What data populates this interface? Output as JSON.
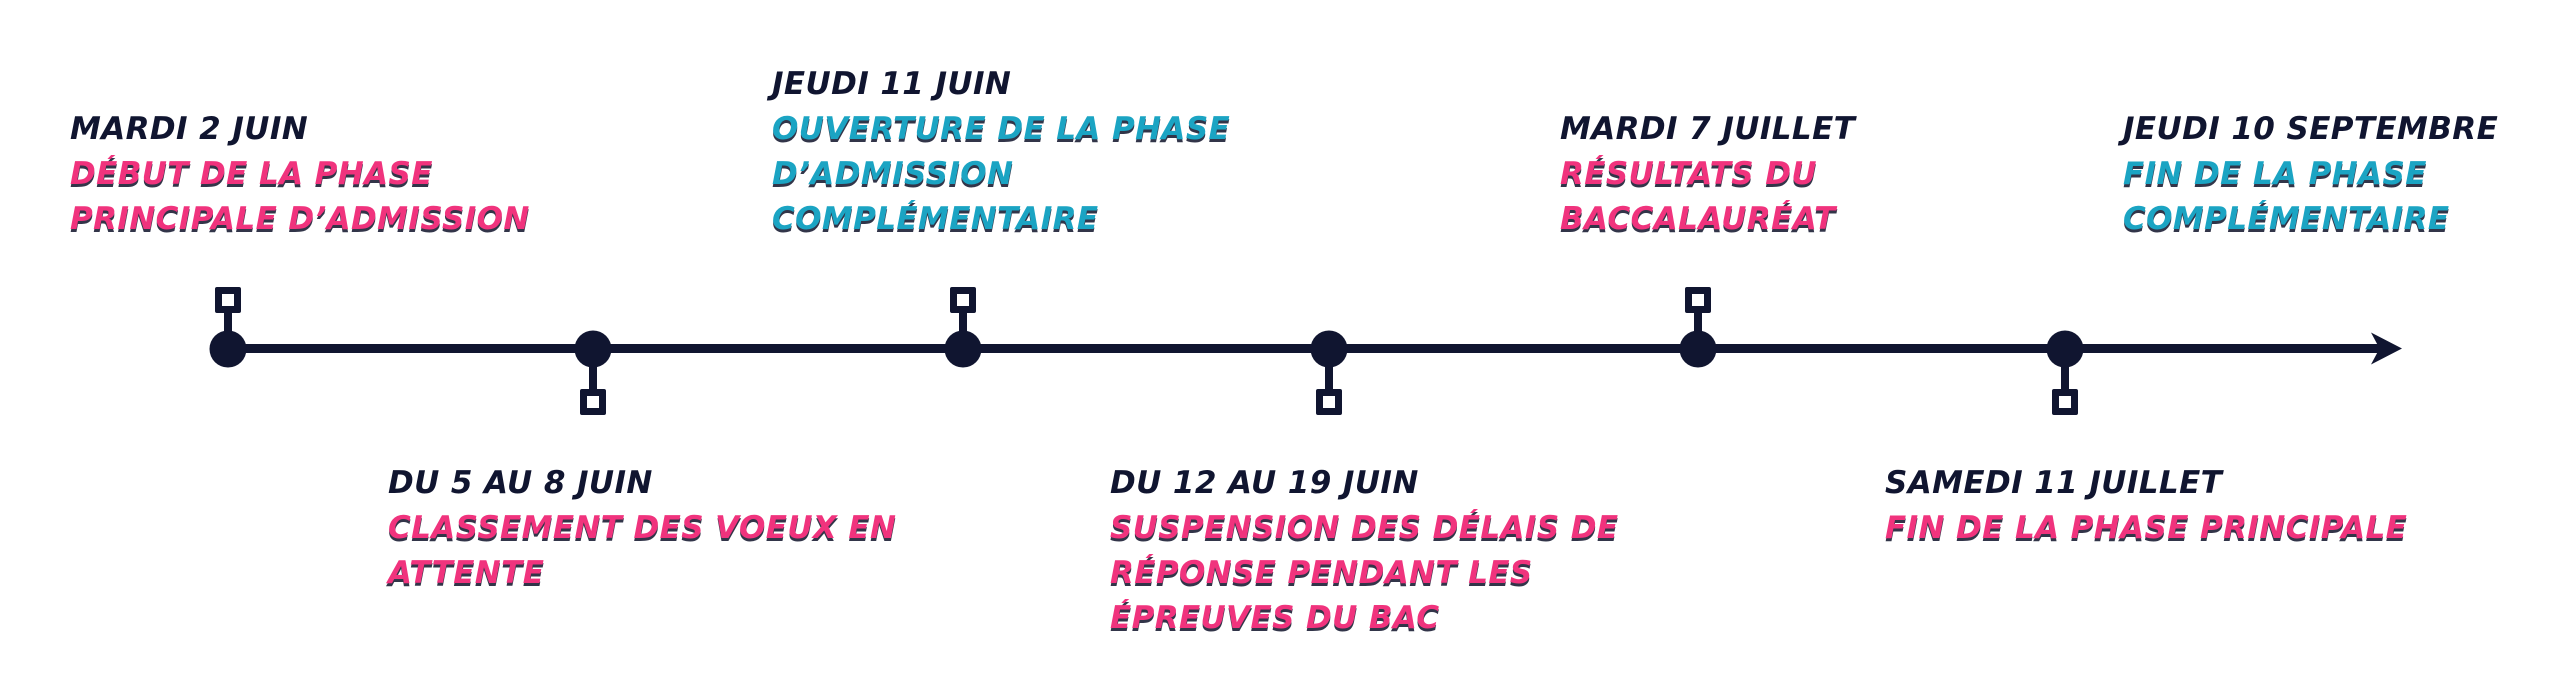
{
  "colors": {
    "navy": "#101530",
    "pink": "#f0337d",
    "cyan": "#1ba4c3",
    "background": "#ffffff"
  },
  "timeline": {
    "type": "horizontal-arrow-timeline",
    "events": [
      {
        "date": "MARDI 2 JUIN",
        "lines": [
          "DÉBUT DE LA PHASE",
          "PRINCIPALE D’ADMISSION"
        ],
        "accent": "#f0337d",
        "position": "above"
      },
      {
        "date": "DU 5 AU 8 JUIN",
        "lines": [
          "CLASSEMENT DES VOEUX EN",
          "ATTENTE"
        ],
        "accent": "#f0337d",
        "position": "below"
      },
      {
        "date": "JEUDI 11 JUIN",
        "lines": [
          "OUVERTURE DE LA PHASE",
          "D’ADMISSION",
          "COMPLÉMENTAIRE"
        ],
        "accent": "#1ba4c3",
        "position": "above"
      },
      {
        "date": "DU 12 AU 19 JUIN",
        "lines": [
          "SUSPENSION DES DÉLAIS DE",
          "RÉPONSE PENDANT LES",
          "ÉPREUVES DU BAC"
        ],
        "accent": "#f0337d",
        "position": "below"
      },
      {
        "date": "MARDI 7 JUILLET",
        "lines": [
          "RÉSULTATS DU",
          "BACCALAURÉAT"
        ],
        "accent": "#f0337d",
        "position": "above"
      },
      {
        "date": "SAMEDI 11 JUILLET",
        "lines": [
          "FIN DE LA PHASE PRINCIPALE"
        ],
        "accent": "#f0337d",
        "position": "below"
      },
      {
        "date": "JEUDI 10 SEPTEMBRE",
        "lines": [
          "FIN DE LA PHASE",
          "COMPLÉMENTAIRE"
        ],
        "accent": "#1ba4c3",
        "position": "above"
      }
    ]
  }
}
